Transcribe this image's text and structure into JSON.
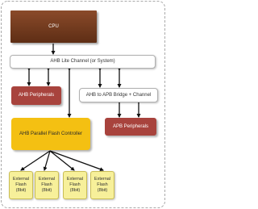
{
  "blocks": {
    "cpu": "CPU",
    "ahb_lite": "AHB Lite Channel (or System)",
    "ahb_peripherals": "AHB Peripherals",
    "ahb_apb_bridge": "AHB to APB Bridge + Channel",
    "apb_peripherals": "APB Peripherals",
    "flash_controller": "AHB Parallel Flash Controller"
  },
  "flash_chips": [
    {
      "line1": "External",
      "line2": "Flash",
      "line3": "(8bit)"
    },
    {
      "line1": "External",
      "line2": "Flash",
      "line3": "(8bit)"
    },
    {
      "line1": "External",
      "line2": "Flash",
      "line3": "(8bit)"
    },
    {
      "line1": "External",
      "line2": "Flash",
      "line3": "(8bit)"
    }
  ],
  "colors": {
    "cpu": "#6e391e",
    "peripherals": "#a8433d",
    "controller": "#f4c012",
    "flash": "#f7f09a",
    "wire": "#111111",
    "frame": "#aaaaaa"
  }
}
